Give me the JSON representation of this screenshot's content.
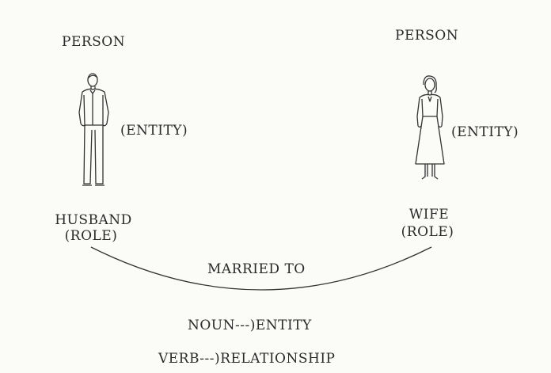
{
  "diagram": {
    "left": {
      "category": "PERSON",
      "kind": "(ENTITY)",
      "role_name": "HUSBAND",
      "role_tag": "(ROLE)",
      "icon": "man-figure-icon"
    },
    "right": {
      "category": "PERSON",
      "kind": "(ENTITY)",
      "role_name": "WIFE",
      "role_tag": "(ROLE)",
      "icon": "woman-figure-icon"
    },
    "relationship": "MARRIED TO",
    "legend": [
      "NOUN---)ENTITY",
      "VERB---)RELATIONSHIP"
    ]
  }
}
